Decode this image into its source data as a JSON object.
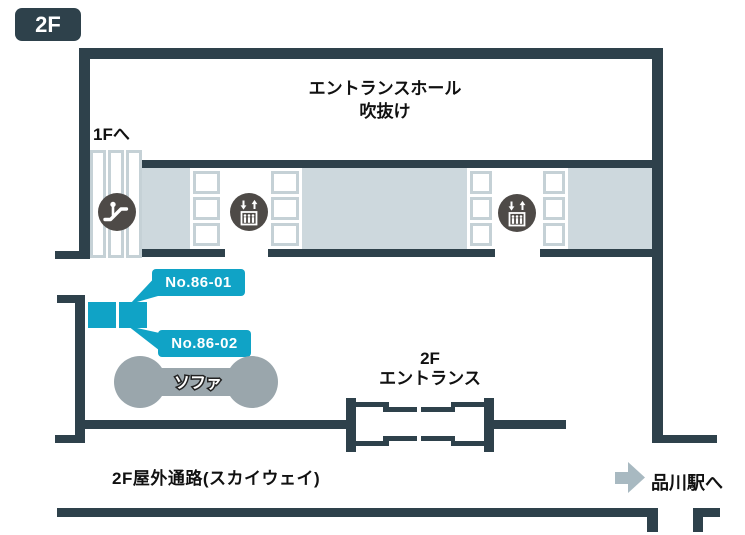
{
  "map_title_badge": "2F",
  "areas": {
    "entrance_hall_line1": "エントランスホール",
    "entrance_hall_line2": "吹抜け",
    "to_1f_label": "1Fへ",
    "entrance_2f_line1": "2F",
    "entrance_2f_line2": "エントランス",
    "skyway_label": "2F屋外通路(スカイウェイ)",
    "to_shinagawa_label": "品川駅へ",
    "sofa_label": "ソファ"
  },
  "location_markers": {
    "marker1_label": "No.86-01",
    "marker2_label": "No.86-02"
  },
  "icons": {
    "escalator": "escalator-icon",
    "elevator": "elevator-icon",
    "direction_arrow": "arrow-right-icon"
  },
  "colors": {
    "wall_dark": "#2e414b",
    "corridor_gray": "#cdd8dd",
    "outline_gray": "#c5d1d6",
    "icon_circle_dark": "#4e4a47",
    "accent_blue": "#10a3c6",
    "sofa_gray": "#9aa6ac",
    "arrow_gray": "#a8b9c1"
  }
}
